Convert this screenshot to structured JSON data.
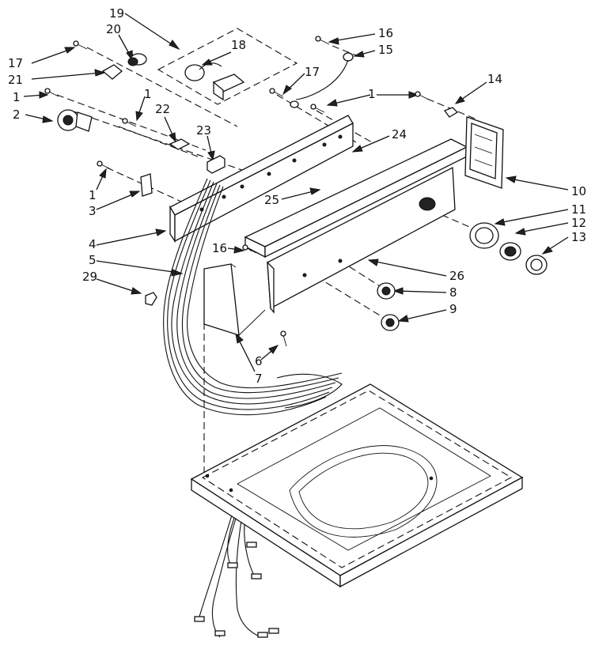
{
  "callouts": [
    {
      "id": "c19",
      "text": "19"
    },
    {
      "id": "c20",
      "text": "20"
    },
    {
      "id": "c17a",
      "text": "17"
    },
    {
      "id": "c21",
      "text": "21"
    },
    {
      "id": "c1a",
      "text": "1"
    },
    {
      "id": "c2",
      "text": "2"
    },
    {
      "id": "c18",
      "text": "18"
    },
    {
      "id": "c16a",
      "text": "16"
    },
    {
      "id": "c15",
      "text": "15"
    },
    {
      "id": "c17b",
      "text": "17"
    },
    {
      "id": "c14",
      "text": "14"
    },
    {
      "id": "c1b",
      "text": "1"
    },
    {
      "id": "c1c",
      "text": "1"
    },
    {
      "id": "c22",
      "text": "22"
    },
    {
      "id": "c23",
      "text": "23"
    },
    {
      "id": "c24",
      "text": "24"
    },
    {
      "id": "c1d",
      "text": "1"
    },
    {
      "id": "c3",
      "text": "3"
    },
    {
      "id": "c25",
      "text": "25"
    },
    {
      "id": "c10",
      "text": "10"
    },
    {
      "id": "c11",
      "text": "11"
    },
    {
      "id": "c12",
      "text": "12"
    },
    {
      "id": "c13",
      "text": "13"
    },
    {
      "id": "c4",
      "text": "4"
    },
    {
      "id": "c16b",
      "text": "16"
    },
    {
      "id": "c5",
      "text": "5"
    },
    {
      "id": "c26",
      "text": "26"
    },
    {
      "id": "c29",
      "text": "29"
    },
    {
      "id": "c8",
      "text": "8"
    },
    {
      "id": "c9",
      "text": "9"
    },
    {
      "id": "c6",
      "text": "6"
    },
    {
      "id": "c7",
      "text": "7"
    }
  ]
}
